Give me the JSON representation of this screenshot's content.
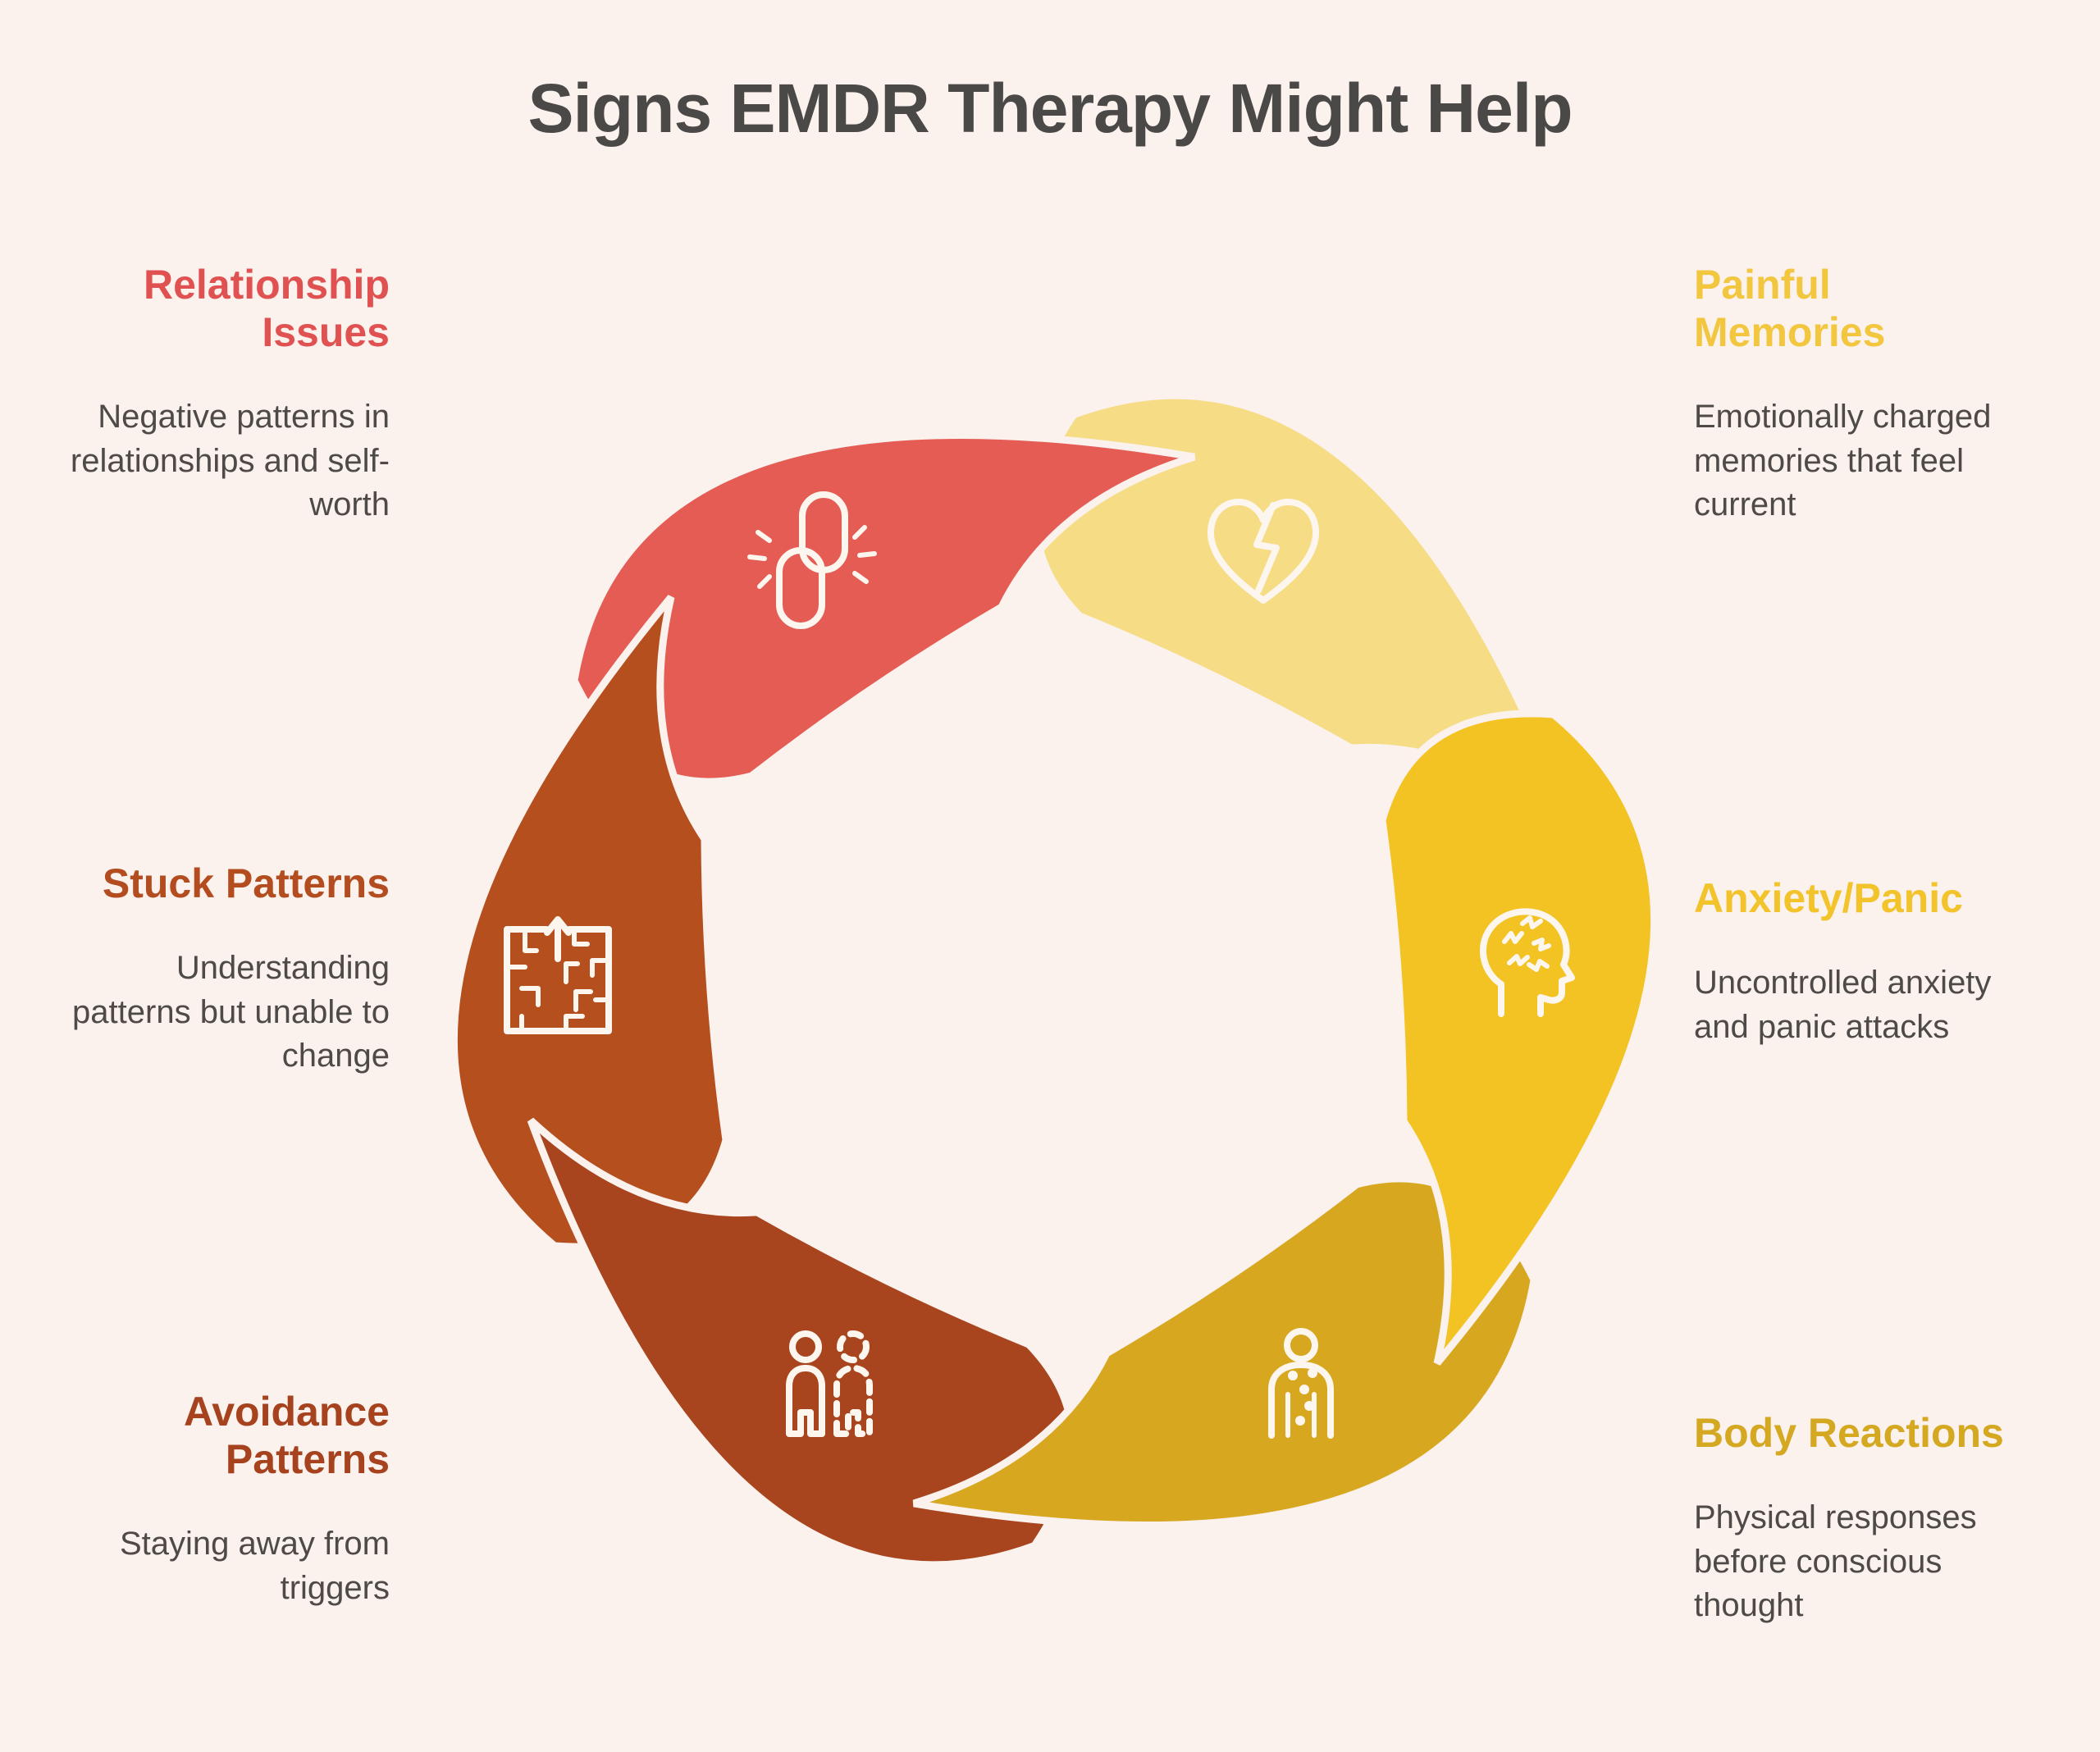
{
  "title": "Signs EMDR Therapy Might Help",
  "colors": {
    "background": "#fbf1ed",
    "ring": "#4b4631",
    "outline": "#fbf1ed",
    "title_color": "#4a4947",
    "text_color": "#4d4a47",
    "icon_stroke": "#fdf6ef"
  },
  "items": [
    {
      "id": "relationship-issues",
      "heading": "Relationship Issues",
      "description": "Negative patterns in relationships and self-worth",
      "heading_color": "#e05251",
      "segment_color": "#e55c55",
      "icon": "broken-link-icon",
      "position": "top-left"
    },
    {
      "id": "painful-memories",
      "heading": "Painful Memories",
      "description": "Emotionally charged memories that feel current",
      "heading_color": "#f2c73f",
      "segment_color": "#f6dc84",
      "icon": "heart-lightning-icon",
      "position": "top-right"
    },
    {
      "id": "anxiety-panic",
      "heading": "Anxiety/Panic",
      "description": "Uncontrolled anxiety and panic attacks",
      "heading_color": "#f3c32c",
      "segment_color": "#f3c324",
      "icon": "anxious-head-icon",
      "position": "right"
    },
    {
      "id": "body-reactions",
      "heading": "Body Reactions",
      "description": "Physical responses before conscious thought",
      "heading_color": "#d4a820",
      "segment_color": "#d7a81f",
      "icon": "body-sensation-icon",
      "position": "bottom-right"
    },
    {
      "id": "avoidance-patterns",
      "heading": "Avoidance Patterns",
      "description": "Staying away from triggers",
      "heading_color": "#a6421d",
      "segment_color": "#a8451e",
      "icon": "avoidance-person-icon",
      "position": "bottom-left"
    },
    {
      "id": "stuck-patterns",
      "heading": "Stuck Patterns",
      "description": "Understanding patterns but unable to change",
      "heading_color": "#b34c1e",
      "segment_color": "#b54f1e",
      "icon": "maze-arrow-icon",
      "position": "left"
    }
  ]
}
